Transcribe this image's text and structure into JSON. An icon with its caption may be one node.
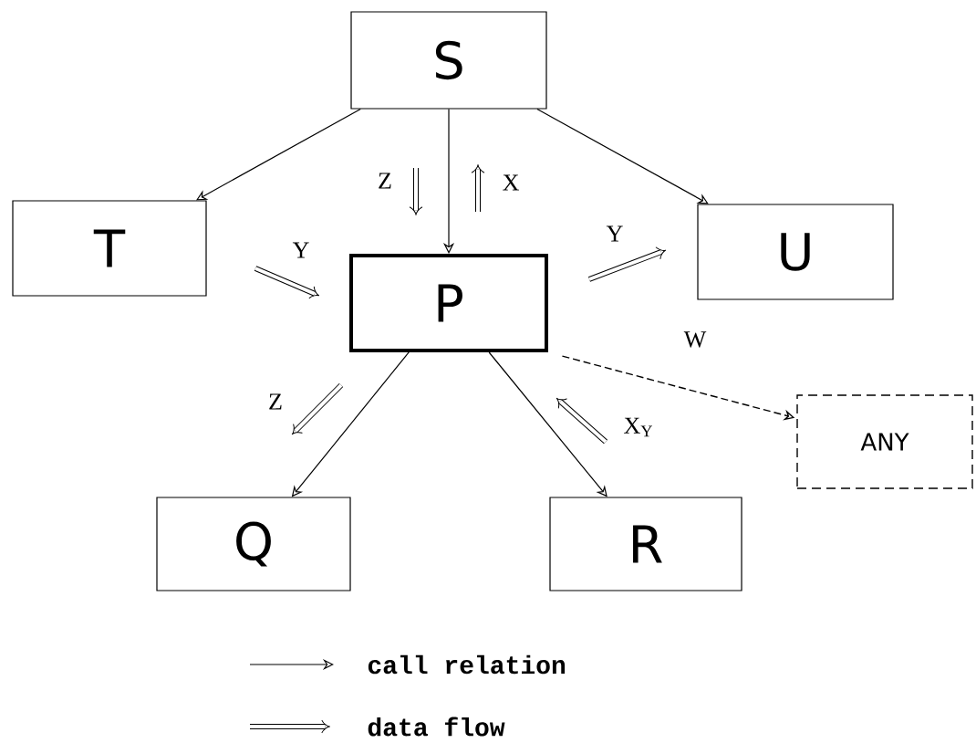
{
  "diagram": {
    "nodes": [
      {
        "text": [
          "S"
        ]
      },
      {
        "text": [
          "T"
        ]
      },
      {
        "text": [
          "U"
        ]
      },
      {
        "text": [
          "P"
        ]
      },
      {
        "text": [
          "Q"
        ]
      },
      {
        "text": [
          "R"
        ]
      },
      {
        "text": [
          "ANY"
        ]
      }
    ],
    "edges": [
      {
        "from": 0,
        "to": 1,
        "arrow": "to"
      },
      {
        "from": 0,
        "to": 3,
        "arrow": "to"
      },
      {
        "from": 0,
        "to": 2,
        "arrow": "to"
      },
      {
        "from": 3,
        "to": 4,
        "arrow": "to"
      },
      {
        "from": 3,
        "to": 5,
        "arrow": "to"
      },
      {
        "from": 3,
        "to": 6,
        "arrow": "to",
        "label": "W",
        "style": "dashed"
      }
    ],
    "labels": [
      "Z",
      "X",
      "Y",
      "Y",
      "Z",
      "X$_{Y}$"
    ],
    "legend": [
      {
        "text": "call relation"
      },
      {
        "text": "data flow"
      }
    ]
  }
}
